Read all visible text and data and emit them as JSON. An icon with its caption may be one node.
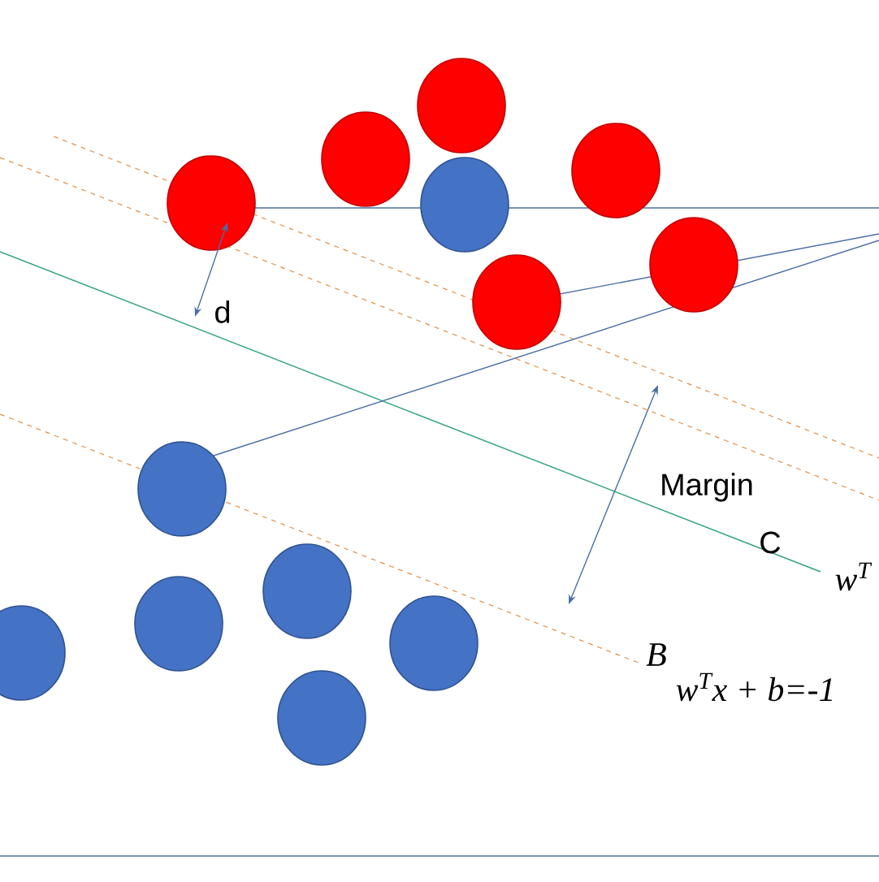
{
  "diagram": {
    "labels": [
      "d",
      "Margin",
      "C",
      "w$^{T}$",
      "B",
      "w$^{T}$x + b=-1"
    ]
  }
}
